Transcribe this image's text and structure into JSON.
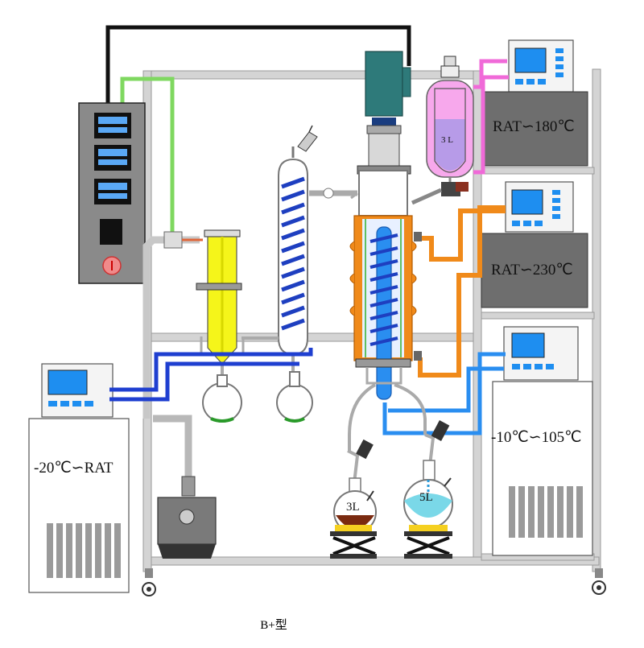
{
  "units": {
    "chiller_left": {
      "label": "-20℃∽RAT"
    },
    "heater_top_right": {
      "label": "RAT∽180℃"
    },
    "heater_mid_right": {
      "label": "RAT∽230℃"
    },
    "chiller_bottom_right": {
      "label": "-10℃∽105℃"
    }
  },
  "flasks": {
    "feed_funnel": {
      "label": "3 L"
    },
    "residue_flask": {
      "label": "3L"
    },
    "distillate_flask": {
      "label": "5L"
    }
  },
  "caption": "B+型",
  "colors": {
    "frame": "#c8c8c8",
    "control_box": "#8a8a8a",
    "hot_oil_pink": "#f06ad8",
    "hot_oil_orange": "#f08a1a",
    "coolant_blue": "#1f63d8",
    "light_blue": "#2a8ef0",
    "vacuum_green": "#7fd860",
    "cable_black": "#111111",
    "motor_teal": "#2e7a7a",
    "cold_trap_yellow": "#f5f51a",
    "unit_gray": "#6e6e6e",
    "screen_blue": "#1e8ef0"
  }
}
